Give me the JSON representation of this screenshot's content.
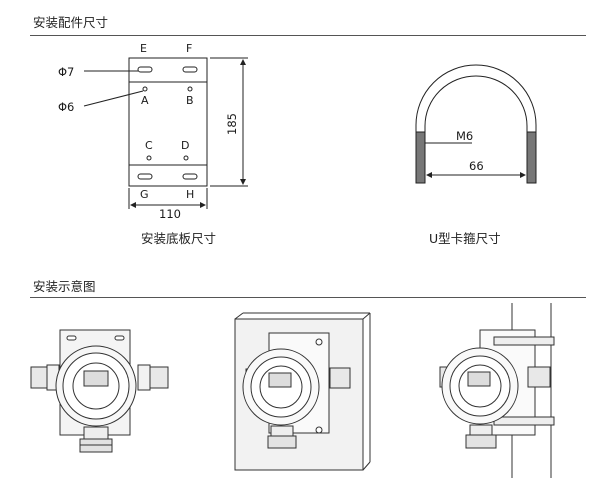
{
  "sections": {
    "accessories_title": "安装配件尺寸",
    "install_title": "安装示意图"
  },
  "baseplate": {
    "caption": "安装底板尺寸",
    "label_e": "E",
    "label_f": "F",
    "label_a": "A",
    "label_b": "B",
    "label_c": "C",
    "label_d": "D",
    "label_g": "G",
    "label_h": "H",
    "hole_slot": "Φ7",
    "hole_round": "Φ6",
    "width": "110",
    "height": "185"
  },
  "ubolt": {
    "caption": "U型卡箍尺寸",
    "thread": "M6",
    "span": "66"
  },
  "colors": {
    "line": "#222222",
    "thread_fill": "#777777",
    "wall_fill": "#f2f2f2"
  }
}
